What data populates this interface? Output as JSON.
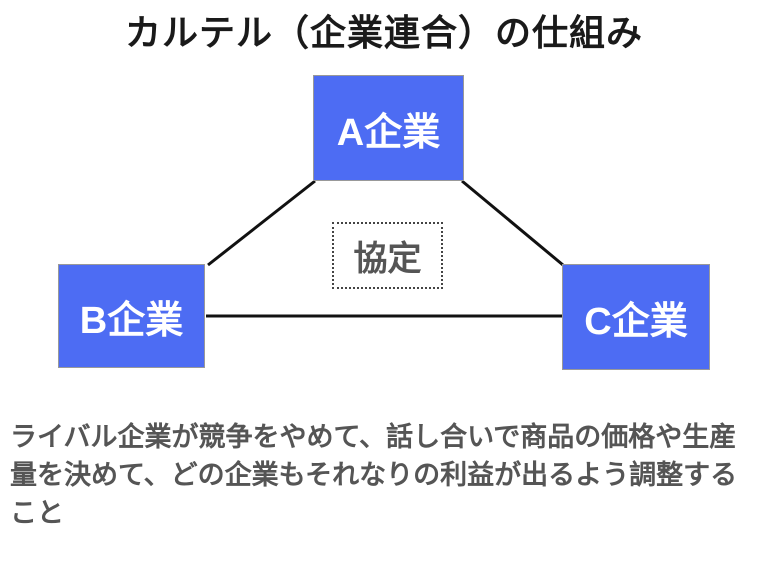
{
  "title": "カルテル（企業連合）の仕組み",
  "diagram": {
    "nodes": [
      {
        "id": "company-a",
        "label": "A企業"
      },
      {
        "id": "company-b",
        "label": "B企業"
      },
      {
        "id": "company-c",
        "label": "C企業"
      }
    ],
    "center_label": "協定",
    "edges": [
      {
        "from": "company-a",
        "to": "company-b"
      },
      {
        "from": "company-a",
        "to": "company-c"
      },
      {
        "from": "company-b",
        "to": "company-c"
      }
    ]
  },
  "description": "ライバル企業が競争をやめて、話し合いで商品の価格や生産量を決めて、どの企業もそれなりの利益が出るよう調整すること",
  "colors": {
    "background": "#ffffff",
    "node_fill": "#4d6cf3",
    "node_border": "#999999",
    "node_text": "#ffffff",
    "connector_line": "#111111",
    "agreement_border": "#444444",
    "agreement_text": "#555555",
    "title_text": "#1a1a1a",
    "description_text": "#555555"
  }
}
